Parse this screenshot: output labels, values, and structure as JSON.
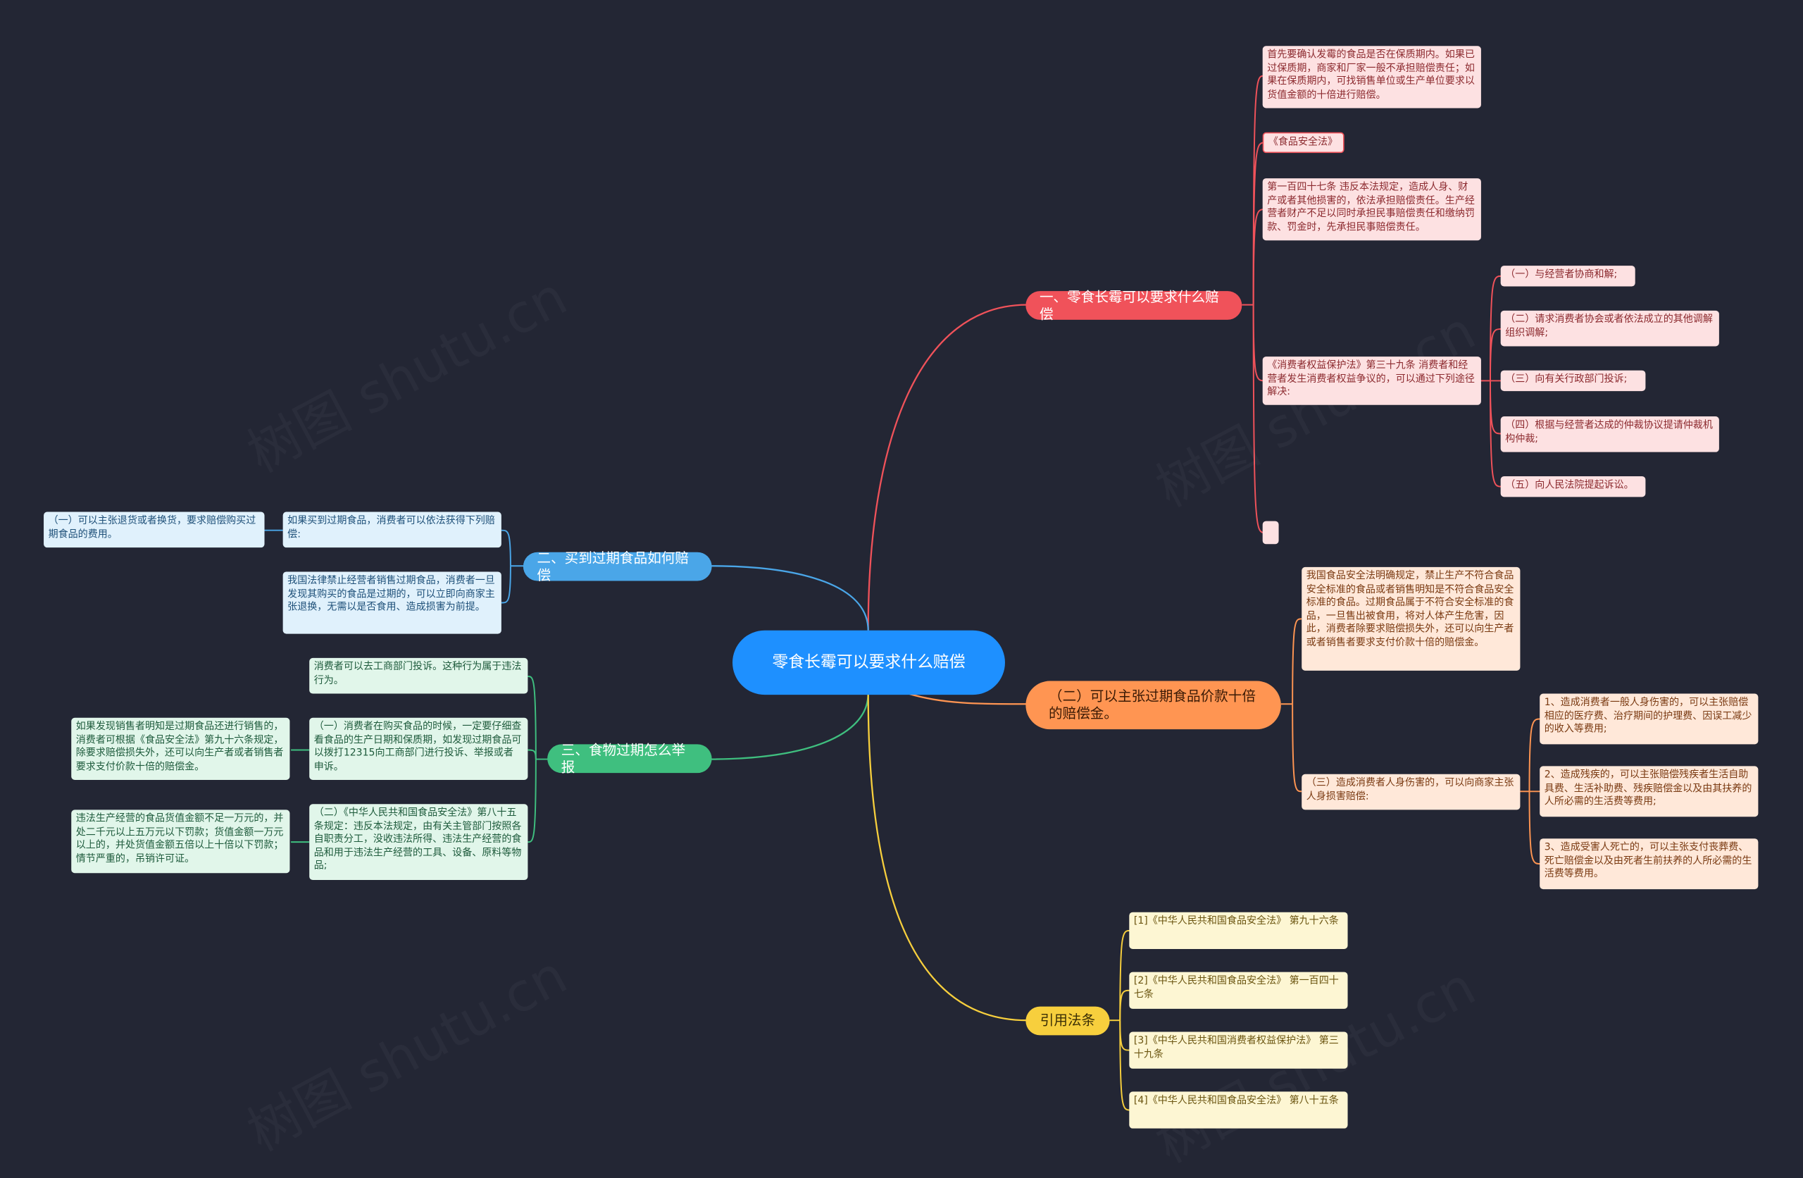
{
  "watermark": "树图 shutu.cn",
  "colors": {
    "background": "#232634",
    "root": "#1e90ff",
    "branch_red": "#f0525a",
    "branch_blue": "#4aa6e8",
    "branch_green": "#3fbf7f",
    "branch_orange": "#ff9552",
    "branch_yellow": "#f7cf3d"
  },
  "root": {
    "label": "零食长霉可以要求什么赔偿"
  },
  "b1": {
    "label": "一、零食长霉可以要求什么赔偿",
    "items": [
      "首先要确认发霉的食品是否在保质期内。如果已过保质期，商家和厂家一般不承担赔偿责任；如果在保质期内，可找销售单位或生产单位要求以货值金额的十倍进行赔偿。",
      "《食品安全法》",
      "第一百四十七条 违反本法规定，造成人身、财产或者其他损害的，依法承担赔偿责任。生产经营者财产不足以同时承担民事赔偿责任和缴纳罚款、罚金时，先承担民事赔偿责任。",
      "《消费者权益保护法》第三十九条 消费者和经营者发生消费者权益争议的，可以通过下列途径解决:",
      ""
    ],
    "sub": [
      "（一）与经营者协商和解;",
      "（二）请求消费者协会或者依法成立的其他调解组织调解;",
      "（三）向有关行政部门投诉;",
      "（四）根据与经营者达成的仲裁协议提请仲裁机构仲裁;",
      "（五）向人民法院提起诉讼。"
    ]
  },
  "b2": {
    "label": "二、买到过期食品如何赔偿",
    "items": [
      "如果买到过期食品，消费者可以依法获得下列赔偿:",
      "我国法律禁止经营者销售过期食品，消费者一旦发现其购买的食品是过期的，可以立即向商家主张退换，无需以是否食用、造成损害为前提。"
    ],
    "sub": "（一）可以主张退货或者换货，要求赔偿购买过期食品的费用。"
  },
  "b3": {
    "label": "三、食物过期怎么举报",
    "items": [
      "消费者可以去工商部门投诉。这种行为属于违法行为。",
      "（一）消费者在购买食品的时候，一定要仔细查看食品的生产日期和保质期，如发现过期食品可以拨打12315向工商部门进行投诉、举报或者申诉。",
      "（二）《中华人民共和国食品安全法》第八十五条规定：违反本法规定，由有关主管部门按照各自职责分工，没收违法所得、违法生产经营的食品和用于违法生产经营的工具、设备、原料等物品;"
    ],
    "sub": [
      "如果发现销售者明知是过期食品还进行销售的，消费者可根据《食品安全法》第九十六条规定，除要求赔偿损失外，还可以向生产者或者销售者要求支付价款十倍的赔偿金。",
      "违法生产经营的食品货值金额不足一万元的，并处二千元以上五万元以下罚款；货值金额一万元以上的，并处货值金额五倍以上十倍以下罚款；情节严重的，吊销许可证。"
    ]
  },
  "b4": {
    "label": "（二）可以主张过期食品价款十倍的赔偿金。",
    "items": [
      "我国食品安全法明确规定，禁止生产不符合食品安全标准的食品或者销售明知是不符合食品安全标准的食品。过期食品属于不符合安全标准的食品，一旦售出被食用，将对人体产生危害，因此，消费者除要求赔偿损失外，还可以向生产者或者销售者要求支付价款十倍的赔偿金。",
      "（三）造成消费者人身伤害的，可以向商家主张人身损害赔偿:"
    ],
    "sub": [
      "1、造成消费者一般人身伤害的，可以主张赔偿相应的医疗费、治疗期间的护理费、因误工减少的收入等费用;",
      "2、造成残疾的，可以主张赔偿残疾者生活自助具费、生活补助费、残疾赔偿金以及由其扶养的人所必需的生活费等费用;",
      "3、造成受害人死亡的，可以主张支付丧葬费、死亡赔偿金以及由死者生前扶养的人所必需的生活费等费用。"
    ]
  },
  "b5": {
    "label": "引用法条",
    "items": [
      "[1]《中华人民共和国食品安全法》 第九十六条",
      "[2]《中华人民共和国食品安全法》 第一百四十七条",
      "[3]《中华人民共和国消费者权益保护法》 第三十九条",
      "[4]《中华人民共和国食品安全法》 第八十五条"
    ]
  }
}
